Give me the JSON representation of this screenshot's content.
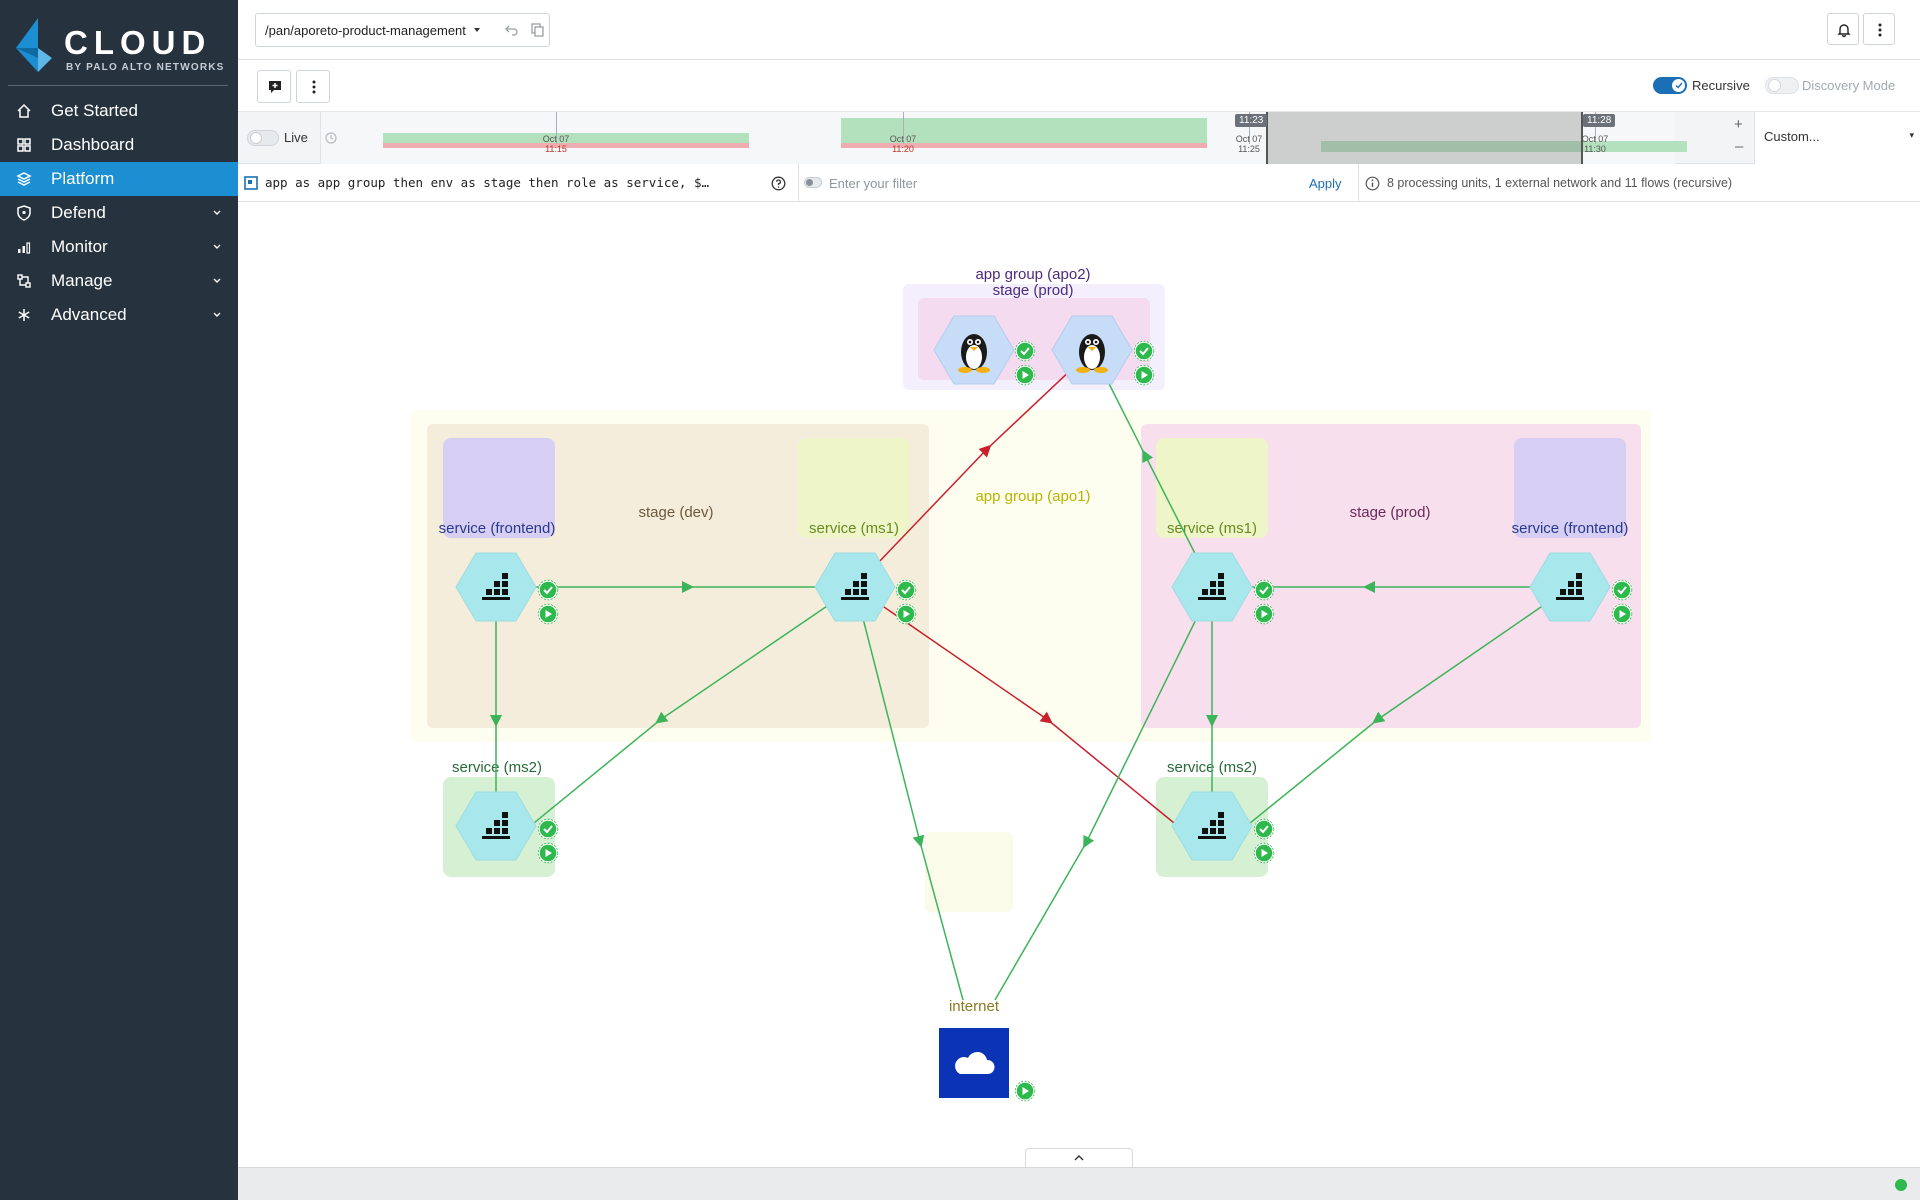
{
  "brand": {
    "name": "CLOUD",
    "tagline": "BY PALO ALTO NETWORKS",
    "accent": "#1b8fd1",
    "sidebar_bg": "#26323d"
  },
  "sidebar": {
    "items": [
      {
        "label": "Get Started",
        "icon": "home-icon",
        "active": false,
        "expandable": false
      },
      {
        "label": "Dashboard",
        "icon": "dashboard-icon",
        "active": false,
        "expandable": false
      },
      {
        "label": "Platform",
        "icon": "layers-icon",
        "active": true,
        "expandable": false
      },
      {
        "label": "Defend",
        "icon": "shield-icon",
        "active": false,
        "expandable": true
      },
      {
        "label": "Monitor",
        "icon": "chart-icon",
        "active": false,
        "expandable": true
      },
      {
        "label": "Manage",
        "icon": "manage-icon",
        "active": false,
        "expandable": true
      },
      {
        "label": "Advanced",
        "icon": "asterisk-icon",
        "active": false,
        "expandable": true
      }
    ]
  },
  "header": {
    "namespace": "/pan/aporeto-product-management"
  },
  "toolbar": {
    "recursive_label": "Recursive",
    "recursive_on": true,
    "discovery_label": "Discovery Mode",
    "discovery_on": false
  },
  "timeline": {
    "live_label": "Live",
    "live_on": false,
    "ticks": [
      {
        "date": "Oct 07",
        "time": "11:15"
      },
      {
        "date": "Oct 07",
        "time": "11:20"
      },
      {
        "date": "Oct 07",
        "time": "11:25"
      },
      {
        "date": "Oct 07",
        "time": "11:30"
      }
    ],
    "selection_start": "11:23",
    "selection_end": "11:28",
    "range_label": "Custom..."
  },
  "filter": {
    "grouping": "app as app group then env as stage then role as service, $…",
    "placeholder": "Enter your filter",
    "apply_label": "Apply",
    "info": "8 processing units, 1 external network and 11 flows (recursive)"
  },
  "graph": {
    "colors": {
      "allowed_flow": "#3cb45a",
      "rejected_flow": "#c8202c",
      "hex_fill": "#a8e8ec",
      "internet_fill": "#0a34b5"
    },
    "groups": {
      "apo2": {
        "title": "app group (apo2)",
        "stage": "stage (prod)"
      },
      "apo1": {
        "title": "app group (apo1)"
      },
      "dev_stage": "stage (dev)",
      "prod_stage": "stage (prod)",
      "dev_frontend": "service (frontend)",
      "dev_ms1": "service (ms1)",
      "dev_ms2": "service (ms2)",
      "prod_ms1": "service (ms1)",
      "prod_frontend": "service (frontend)",
      "prod_ms2": "service (ms2)",
      "internet": "internet"
    }
  }
}
